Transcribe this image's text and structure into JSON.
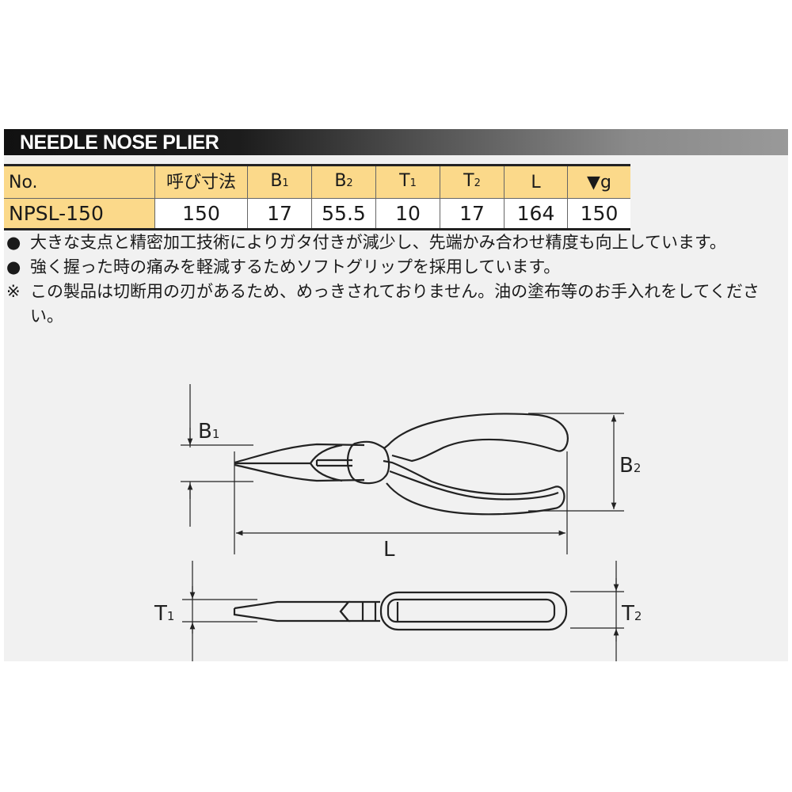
{
  "title": "NEEDLE NOSE PLIER",
  "table": {
    "headers": [
      {
        "main": "No.",
        "sub": ""
      },
      {
        "main": "呼び寸法",
        "sub": ""
      },
      {
        "main": "B",
        "sub": "1"
      },
      {
        "main": "B",
        "sub": "2"
      },
      {
        "main": "T",
        "sub": "1"
      },
      {
        "main": "T",
        "sub": "2"
      },
      {
        "main": "L",
        "sub": ""
      },
      {
        "main": "▼g",
        "sub": ""
      }
    ],
    "rows": [
      [
        "NPSL-150",
        "150",
        "17",
        "55.5",
        "10",
        "17",
        "164",
        "150"
      ]
    ]
  },
  "notes": [
    {
      "mark": "●",
      "text": "大きな支点と精密加工技術によりガタ付きが減少し、先端かみ合わせ精度も向上しています。"
    },
    {
      "mark": "●",
      "text": "強く握った時の痛みを軽減するためソフトグリップを採用しています。"
    },
    {
      "mark": "※",
      "text": "この製品は切断用の刃があるため、めっきされておりません。油の塗布等のお手入れをしてください。"
    }
  ],
  "diagram": {
    "labels": {
      "b1": {
        "main": "B",
        "sub": "1"
      },
      "b2": {
        "main": "B",
        "sub": "2"
      },
      "l": {
        "main": "L",
        "sub": ""
      },
      "t1": {
        "main": "T",
        "sub": "1"
      },
      "t2": {
        "main": "T",
        "sub": "2"
      }
    }
  },
  "colors": {
    "header_bg": "#fbd98a",
    "panel_bg": "#f1f1f1",
    "title_bar_start": "#111111",
    "title_bar_end": "#999999"
  }
}
